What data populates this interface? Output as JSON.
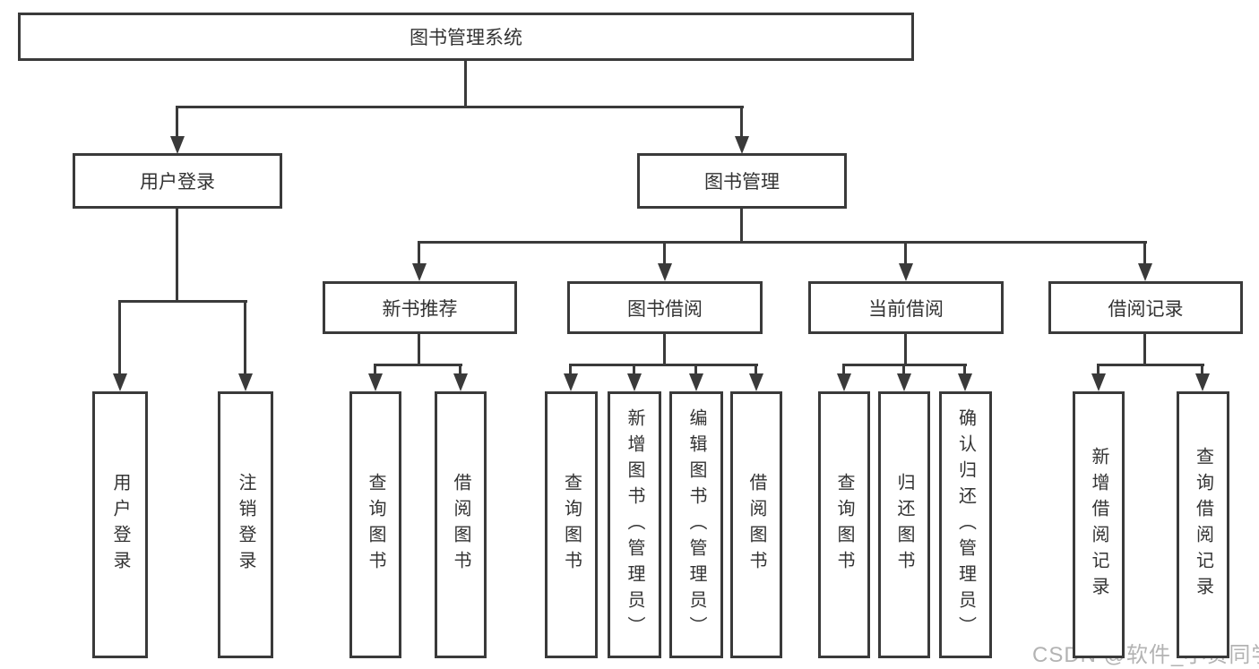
{
  "diagram": {
    "root": {
      "label": "图书管理系统"
    },
    "level2": {
      "user_login": {
        "label": "用户登录"
      },
      "book_mgmt": {
        "label": "图书管理"
      }
    },
    "level3": {
      "new_books": {
        "label": "新书推荐"
      },
      "borrow": {
        "label": "图书借阅"
      },
      "current": {
        "label": "当前借阅"
      },
      "records": {
        "label": "借阅记录"
      }
    },
    "leaves": {
      "user_login": [
        {
          "label": "用户登录"
        },
        {
          "label": "注销登录"
        }
      ],
      "new_books": [
        {
          "label": "查询图书"
        },
        {
          "label": "借阅图书"
        }
      ],
      "borrow": [
        {
          "label": "查询图书"
        },
        {
          "label": "新增图书（管理员）"
        },
        {
          "label": "编辑图书（管理员）"
        },
        {
          "label": "借阅图书"
        }
      ],
      "current": [
        {
          "label": "查询图书"
        },
        {
          "label": "归还图书"
        },
        {
          "label": "确认归还（管理员）"
        }
      ],
      "records": [
        {
          "label": "新增借阅记录"
        },
        {
          "label": "查询借阅记录"
        }
      ]
    }
  },
  "watermark": {
    "text": "CSDN @软件_小贺同学"
  },
  "colors": {
    "line": "#3a3a3a",
    "text": "#333333",
    "background": "#ffffff",
    "watermark": "#b3b3b3"
  }
}
